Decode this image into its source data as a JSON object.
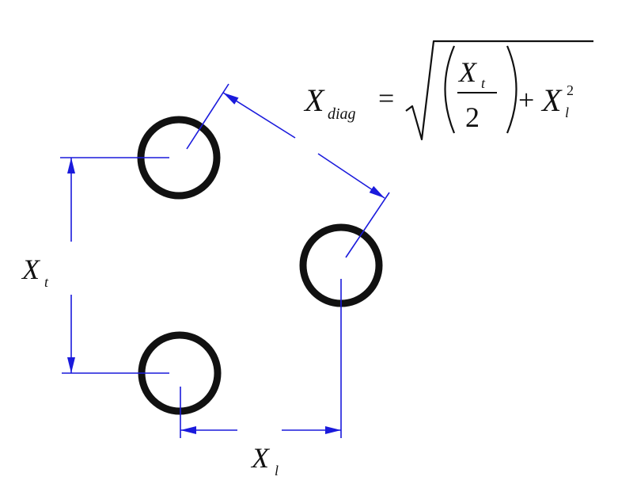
{
  "formula": {
    "lhs_var": "X",
    "lhs_sub": "diag",
    "equals": "=",
    "numerator_var": "X",
    "numerator_sub": "t",
    "denominator": "2",
    "plus": "+",
    "term_var": "X",
    "term_sub": "l",
    "term_exp": "2"
  },
  "labels": {
    "transverse_var": "X",
    "transverse_sub": "t",
    "longitudinal_var": "X",
    "longitudinal_sub": "l"
  },
  "colors": {
    "dimension": "#1a1adc",
    "tube": "#111111"
  }
}
